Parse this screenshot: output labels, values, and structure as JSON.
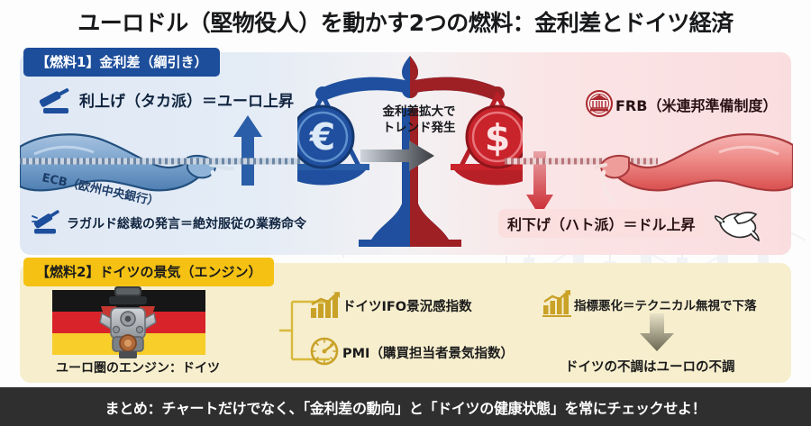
{
  "meta": {
    "title": "ユーロドル（堅物役人）を動かす2つの燃料：金利差とドイツ経済"
  },
  "colors": {
    "blue_header": "#1d4e9c",
    "blue_panel": "#dfe8f4",
    "red_panel": "#fadddf",
    "yellow_header": "#f5c213",
    "cream_panel": "#f6eecd",
    "footer_bg": "#2f2f2f",
    "euro_blue": "#1f4f9e",
    "dollar_red": "#c9232b",
    "gold_accent": "#c9a227"
  },
  "section1": {
    "header": "【燃料1】金利差（綱引き）",
    "left": {
      "gavel_icon": "gavel-icon",
      "hawk_text": "利上げ（タカ派）＝ユーロ上昇",
      "arm_label": "ECB（欧州中央銀行）",
      "gavel_icon_2": "gavel-icon",
      "lagarde_text": "ラガルド総裁の発言＝絶対服従の業務命令",
      "arrow": "arrow-up-icon"
    },
    "center": {
      "scale_icon": "balance-scale-icon",
      "left_pan_symbol": "€",
      "right_pan_symbol": "$",
      "caption_line1": "金利差拡大で",
      "caption_line2": "トレンド発生",
      "trend_arrow": "arrow-right-icon"
    },
    "right": {
      "seal_icon": "frb-seal-icon",
      "frb_text": "FRB（米連邦準備制度）",
      "dove_text": "利下げ（ハト派）＝ドル上昇",
      "dove_icon": "dove-icon",
      "arrow": "arrow-down-icon"
    }
  },
  "section2": {
    "header": "【燃料2】ドイツの景気（エンジン）",
    "engine": {
      "flag_icon": "german-flag-icon",
      "engine_icon": "engine-icon",
      "caption": "ユーロ圏のエンジン：ドイツ"
    },
    "indicators": [
      {
        "icon": "bar-chart-up-icon",
        "label": "ドイツIFO景況感指数"
      },
      {
        "icon": "gauge-icon",
        "label": "PMI（購買担当者景気指数）"
      }
    ],
    "outcome": {
      "icon": "bar-chart-up-icon",
      "warning": "指標悪化＝テクニカル無視で下落",
      "arrow": "arrow-down-icon",
      "conclusion": "ドイツの不調はユーロの不調"
    }
  },
  "footer": {
    "summary": "まとめ：チャートだけでなく、「金利差の動向」と「ドイツの健康状態」を常にチェックせよ！"
  }
}
